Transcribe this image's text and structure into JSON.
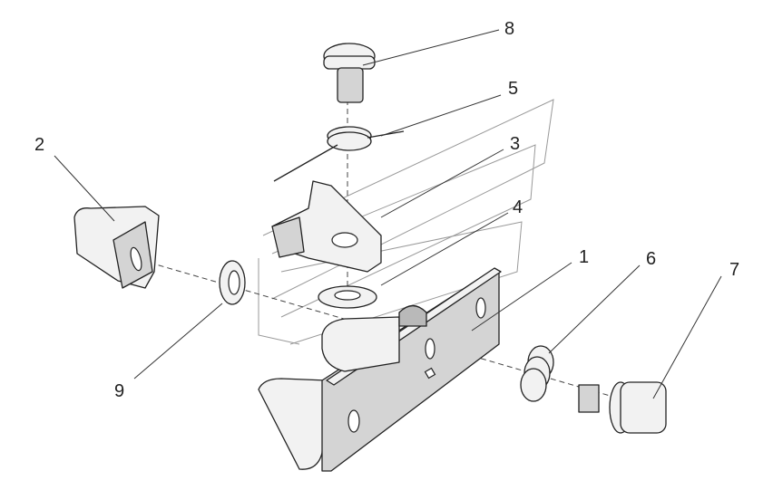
{
  "parts": [
    {
      "id": "part-1",
      "label": "1"
    },
    {
      "id": "part-2",
      "label": "2"
    },
    {
      "id": "part-3",
      "label": "3"
    },
    {
      "id": "part-4",
      "label": "4"
    },
    {
      "id": "part-5",
      "label": "5"
    },
    {
      "id": "part-6",
      "label": "6"
    },
    {
      "id": "part-7",
      "label": "7"
    },
    {
      "id": "part-8",
      "label": "8"
    },
    {
      "id": "part-9",
      "label": "9"
    }
  ]
}
